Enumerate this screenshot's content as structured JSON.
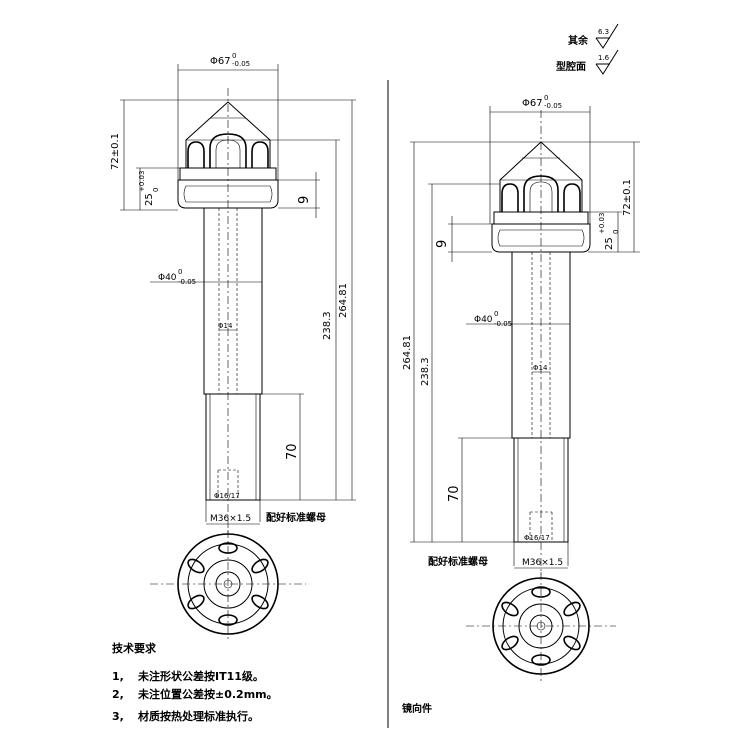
{
  "dimensions": {
    "head_diameter": "Φ67",
    "head_diameter_tol_upper": "0",
    "head_diameter_tol_lower": "-0.05",
    "total_head_height": "72±0.1",
    "collar_height": "25",
    "collar_tol_upper": "+0.03",
    "collar_tol_lower": "0",
    "flange_thickness": "9",
    "shank_diameter": "Φ40",
    "shank_tol_upper": "0",
    "shank_tol_lower": "-0.05",
    "bore_diameter": "Φ14",
    "length_to_collar": "238.3",
    "overall_length": "264.81",
    "thread_length": "70",
    "thread_spec": "M36×1.5",
    "thread_bore": "Φ16/17"
  },
  "labels": {
    "mating_nut": "配好标准螺母",
    "mirror_part": "镜向件",
    "surface_other": "其余",
    "surface_other_value": "6.3",
    "surface_cavity": "型腔面",
    "surface_cavity_value": "1.6"
  },
  "notes": {
    "title": "技术要求",
    "items": [
      {
        "num": "1,",
        "text": "未注形状公差按IT11级。"
      },
      {
        "num": "2,",
        "text": "未注位置公差按±0.2mm。"
      },
      {
        "num": "3,",
        "text": "材质按热处理标准执行。"
      }
    ]
  },
  "colors": {
    "line": "#000000",
    "head_fill": "#d9d9d9",
    "body_fill": "#f2f2f2"
  }
}
